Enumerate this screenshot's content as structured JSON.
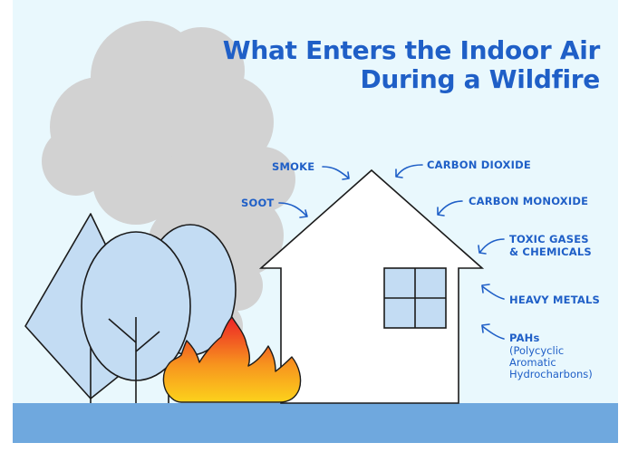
{
  "title": {
    "line1": "What Enters the Indoor Air",
    "line2": "During a Wildfire"
  },
  "pollutants": [
    {
      "label": "SMOKE"
    },
    {
      "label": "CARBON DIOXIDE"
    },
    {
      "label": "SOOT"
    },
    {
      "label": "CARBON MONOXIDE"
    },
    {
      "label_line1": "TOXIC GASES",
      "label_line2": "& CHEMICALS"
    },
    {
      "label": "HEAVY METALS"
    },
    {
      "label": "PAHs",
      "detail_line1": "(Polycyclic",
      "detail_line2": "Aromatic",
      "detail_line3": "Hydrocharbons)"
    }
  ],
  "colors": {
    "sky": "#e9f8fd",
    "ground": "#6fa8de",
    "smoke": "#d2d2d2",
    "tree": "#c3dcf3",
    "window": "#c3dcf3",
    "text": "#1f5fc7",
    "fire_outer": "#ec2227",
    "fire_inner": "#fcd21c"
  }
}
